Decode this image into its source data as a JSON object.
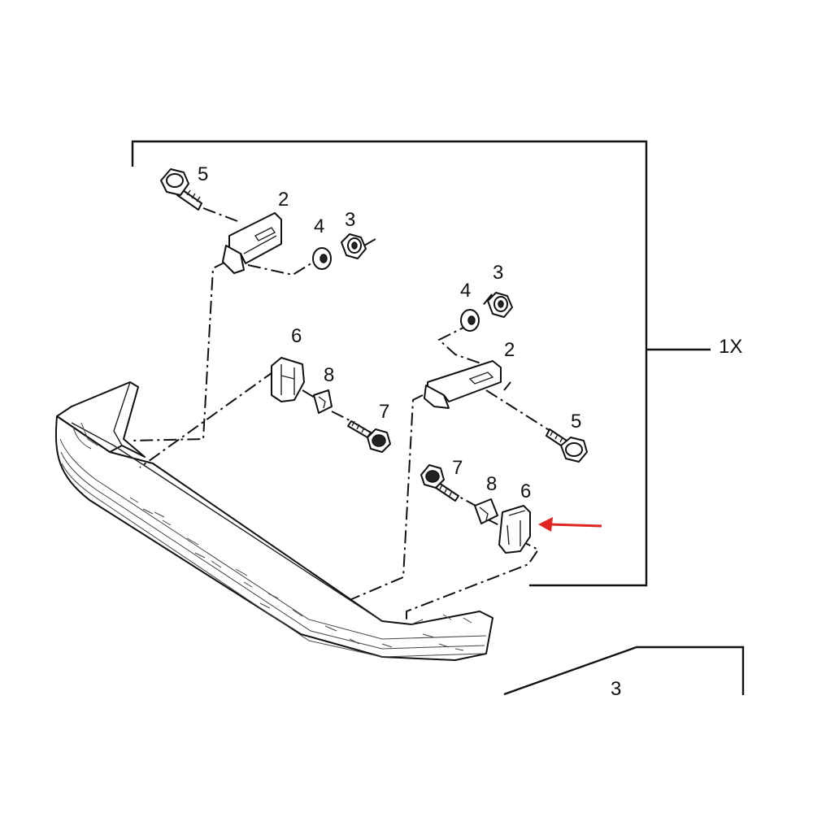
{
  "labels": {
    "bolt_top": "5",
    "bracket_top": "2",
    "washer_top": "4",
    "nut_top": "3",
    "washer_right": "4",
    "nut_right": "3",
    "bracket_right": "2",
    "bolt_right": "5",
    "retainer_left": "6",
    "clip_left": "8",
    "screw_left": "7",
    "screw_right": "7",
    "clip_right": "8",
    "retainer_right": "6",
    "kit_quantity": "1X",
    "bumper_cover": "3"
  },
  "colors": {
    "line": "#111111",
    "arrow": "#e0241f"
  },
  "icons": {
    "pointer": "red-arrow-icon"
  }
}
